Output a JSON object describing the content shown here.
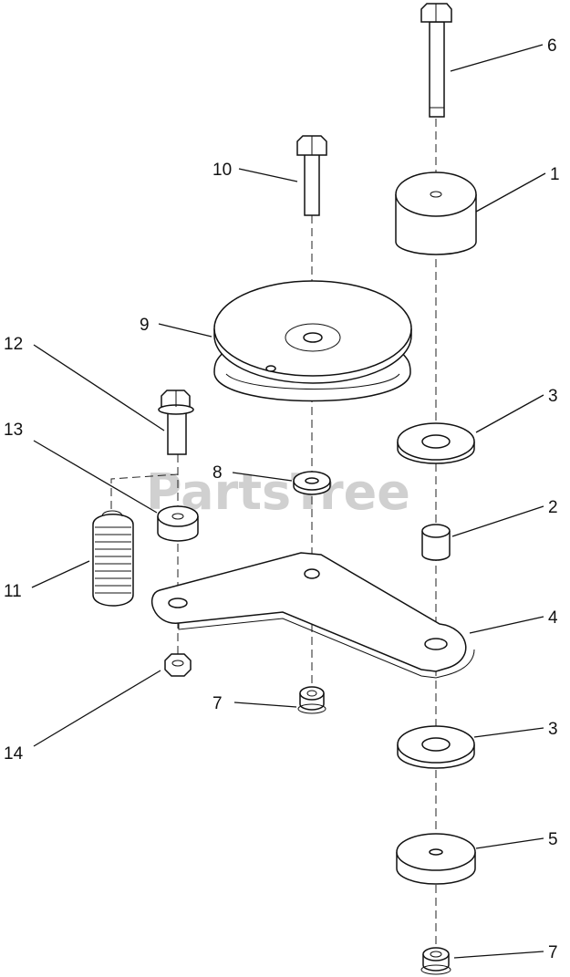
{
  "watermark": "PartsTree",
  "callouts": {
    "c1": "1",
    "c2": "2",
    "c3a": "3",
    "c3b": "3",
    "c4": "4",
    "c5": "5",
    "c6": "6",
    "c7a": "7",
    "c7b": "7",
    "c8": "8",
    "c9": "9",
    "c10": "10",
    "c11": "11",
    "c12": "12",
    "c13": "13",
    "c14": "14"
  }
}
